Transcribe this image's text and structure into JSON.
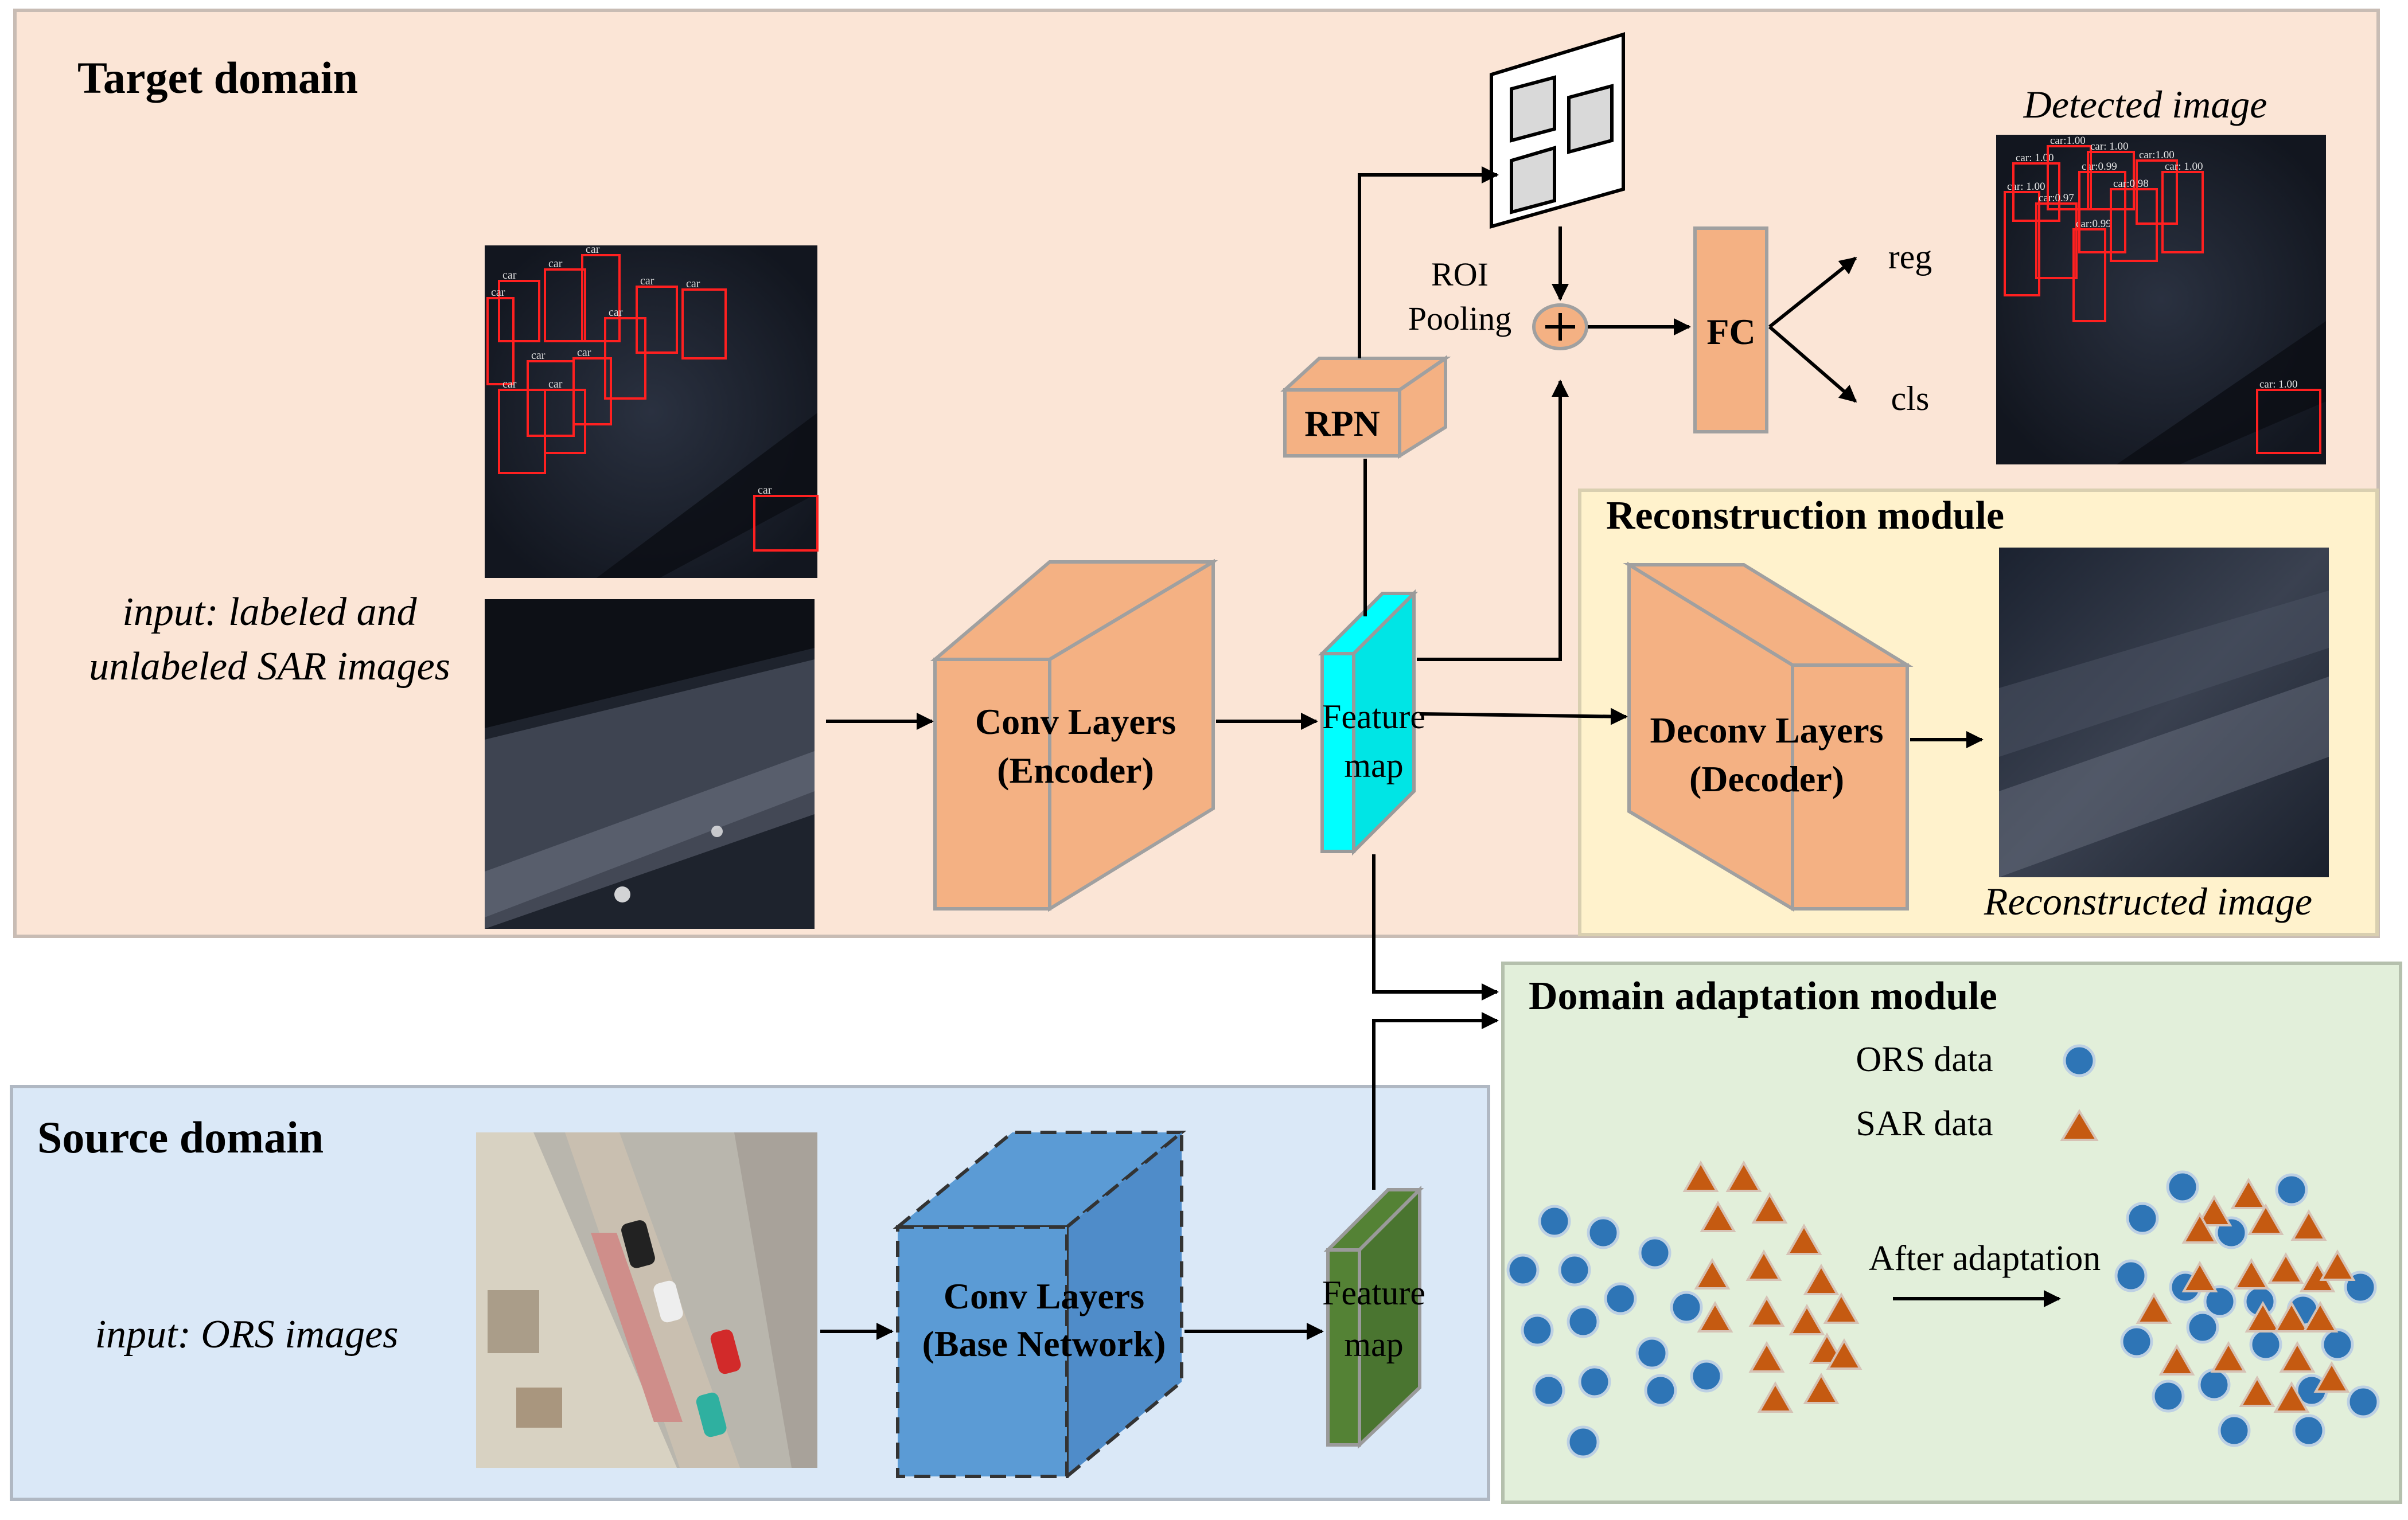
{
  "colors": {
    "target_bg": "#fbe5d6",
    "recon_bg": "#fff2cc",
    "source_bg": "#dae8f7",
    "da_bg": "#e2efda",
    "box_orange": "#f4b183",
    "box_cyan": "#00ffff",
    "box_blue": "#5b9bd5",
    "box_green": "#548235",
    "marker_blue": "#2e75b6",
    "marker_orange": "#c55a11",
    "detect_red": "#ff0000"
  },
  "target": {
    "title": "Target domain",
    "input_line1": "input: labeled and",
    "input_line2": "unlabeled SAR images",
    "encoder_line1": "Conv Layers",
    "encoder_line2": "(Encoder)",
    "feature_line1": "Feature",
    "feature_line2": "map",
    "rpn": "RPN",
    "roi_line1": "ROI",
    "roi_line2": "Pooling",
    "fc": "FC",
    "reg": "reg",
    "cls": "cls",
    "detected": "Detected image"
  },
  "detections": {
    "input_label": "car",
    "output_labels": [
      "car: 1.00",
      "car: 1.00",
      "car:0.97",
      "car:1.00",
      "car:0.99",
      "car:0.99",
      "car: 1.00",
      "car:0.98",
      "car:1.00",
      "car: 1.00"
    ]
  },
  "reconstruction": {
    "title": "Reconstruction module",
    "decoder_line1": "Deconv Layers",
    "decoder_line2": "(Decoder)",
    "output": "Reconstructed image"
  },
  "source": {
    "title": "Source domain",
    "input": "input: ORS images",
    "base_line1": "Conv Layers",
    "base_line2": "(Base Network)",
    "feature_line1": "Feature",
    "feature_line2": "map"
  },
  "domain_adaptation": {
    "title": "Domain adaptation module",
    "legend_ors": "ORS data",
    "legend_sar": "SAR data",
    "after": "After adaptation"
  }
}
